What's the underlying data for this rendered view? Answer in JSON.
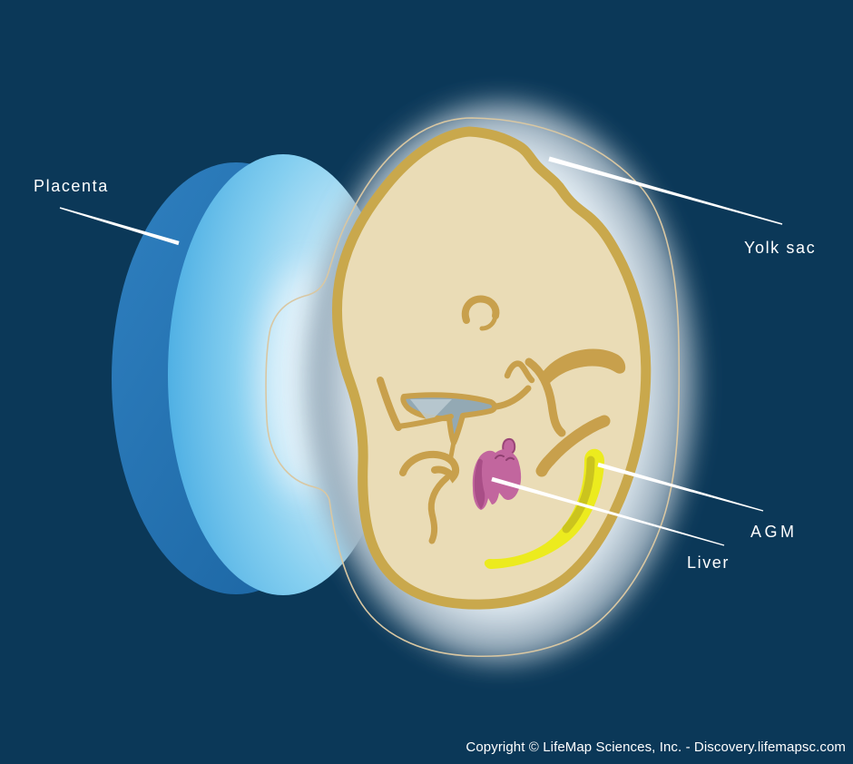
{
  "labels": {
    "placenta": "Placenta",
    "yolk_sac": "Yolk sac",
    "agm": "AGM",
    "liver": "Liver"
  },
  "footer": {
    "copyright": "Copyright © LifeMap Sciences, Inc. - Discovery.lifemapsc.com"
  },
  "colors": {
    "background": "#0b3858",
    "placenta_back": "#2478b8",
    "placenta_front": "#47abe2",
    "placenta_highlight": "#f2fafd",
    "amnion_glow": "#f2faff",
    "cavity_gray": "#7e95a7",
    "yolk_sac_outline": "#d9c7a2",
    "embryo_fill": "#eadcb6",
    "embryo_outline": "#c9a84c",
    "liver_pink": "#c2669e",
    "liver_dark": "#a44a82",
    "agm_yellow": "#eceb1e",
    "agm_core": "#cbc41e",
    "label_text": "#ffffff",
    "leader_line": "#ffffff"
  }
}
